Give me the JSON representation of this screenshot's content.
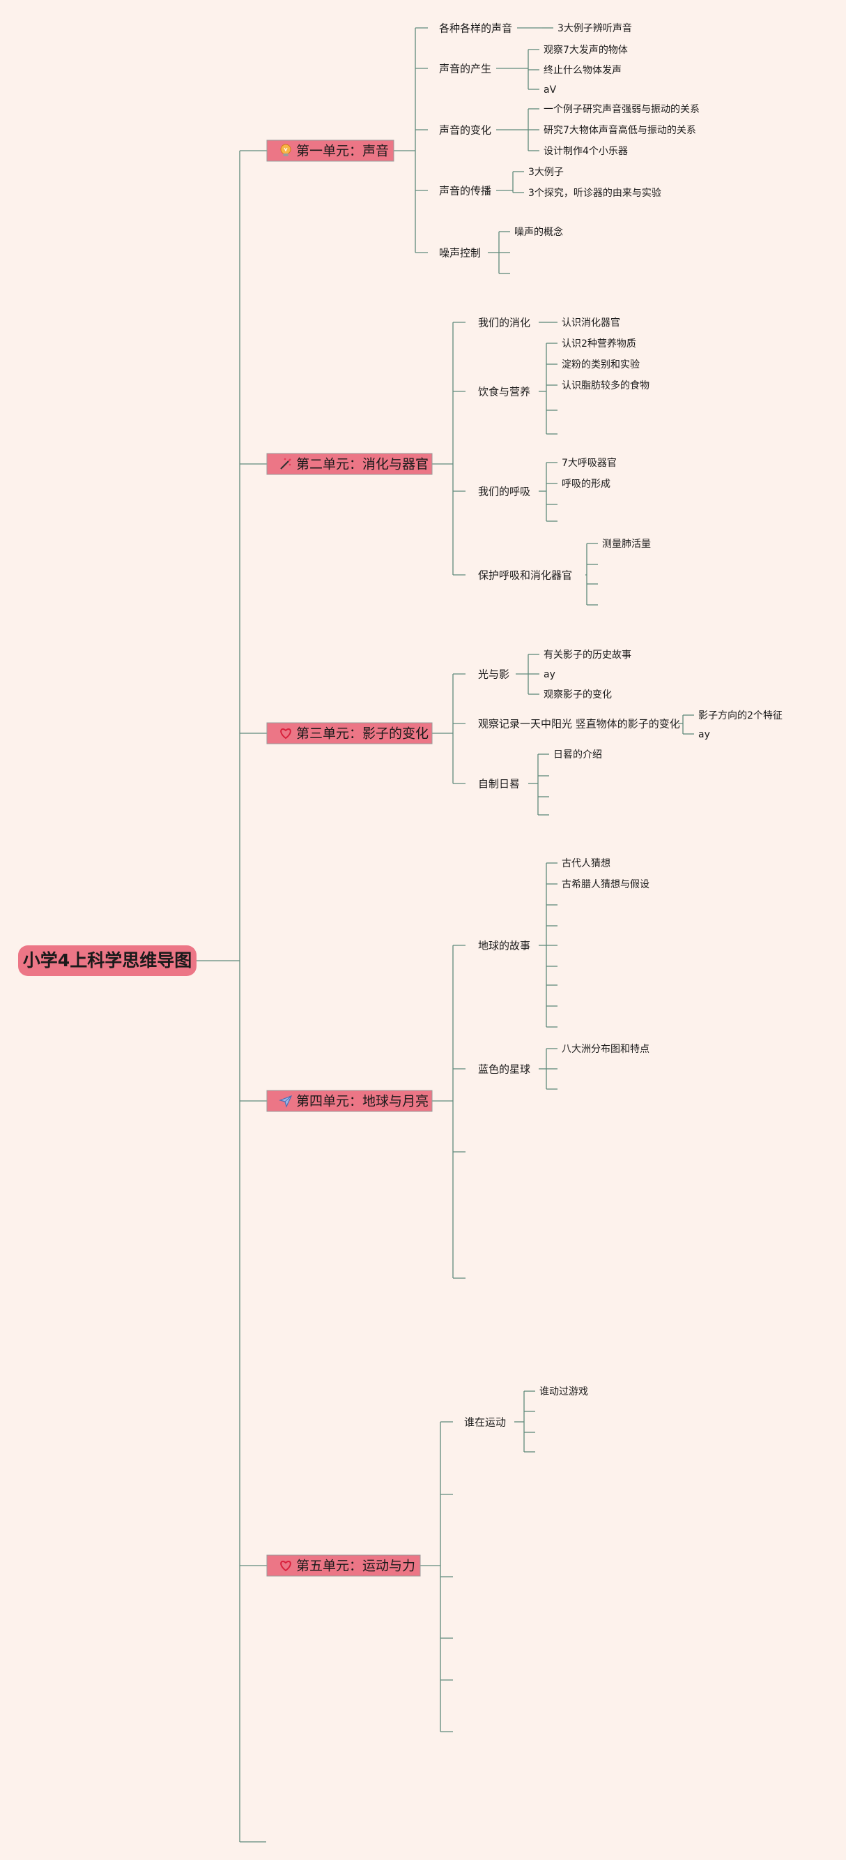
{
  "title": "小学4上科学思维导图",
  "colors": {
    "background": "#fdf2ec",
    "line": "#5f8a7b",
    "node_fill": "#ec7686",
    "text": "#1a1a1a"
  },
  "units": [
    {
      "label": "第一单元：声音",
      "icon": "bulb-icon",
      "topics": [
        {
          "label": "各种各样的声音",
          "items": [
            "3大例子辨听声音"
          ]
        },
        {
          "label": "声音的产生",
          "items": [
            "观察7大发声的物体",
            "终止什么物体发声",
            "aV"
          ]
        },
        {
          "label": "声音的变化",
          "items": [
            "一个例子研究声音强弱与振动的关系",
            "研究7大物体声音高低与振动的关系",
            "设计制作4个小乐器"
          ]
        },
        {
          "label": "声音的传播",
          "items": [
            "3大例子",
            "3个探究，听诊器的由来与实验"
          ]
        },
        {
          "label": "噪声控制",
          "items": [
            "噪声的概念",
            "",
            ""
          ]
        }
      ]
    },
    {
      "label": "第二单元：消化与器官",
      "icon": "magic-wand-icon",
      "topics": [
        {
          "label": "我们的消化",
          "items": [
            "认识消化器官"
          ]
        },
        {
          "label": "饮食与营养",
          "items": [
            "认识2种营养物质",
            "淀粉的类别和实验",
            "认识脂肪较多的食物",
            "",
            ""
          ]
        },
        {
          "label": "我们的呼吸",
          "items": [
            "7大呼吸器官",
            "呼吸的形成",
            "",
            ""
          ]
        },
        {
          "label": "保护呼吸和消化器官",
          "items": [
            "测量肺活量",
            "",
            "",
            ""
          ]
        }
      ]
    },
    {
      "label": "第三单元：影子的变化",
      "icon": "heart-icon",
      "topics": [
        {
          "label": "光与影",
          "items": [
            "有关影子的历史故事",
            "ay",
            "观察影子的变化"
          ]
        },
        {
          "label": "观察记录一天中阳光 竖直物体的影子的变化",
          "items": [
            "影子方向的2个特征",
            "ay"
          ]
        },
        {
          "label": "自制日晷",
          "items": [
            "日晷的介绍",
            "",
            "",
            ""
          ]
        }
      ]
    },
    {
      "label": "第四单元：地球与月亮",
      "icon": "paper-plane-icon",
      "topics": [
        {
          "label": "地球的故事",
          "items": [
            "古代人猜想",
            "古希腊人猜想与假设",
            "",
            "",
            "",
            "",
            "",
            "",
            ""
          ]
        },
        {
          "label": "蓝色的星球",
          "items": [
            "八大洲分布图和特点",
            "",
            ""
          ]
        },
        {
          "label": "",
          "items": []
        },
        {
          "label": "",
          "items": []
        }
      ]
    },
    {
      "label": "第五单元：运动与力",
      "icon": "heart-icon",
      "topics": [
        {
          "label": "谁在运动",
          "items": [
            "谁动过游戏",
            "",
            "",
            ""
          ]
        },
        {
          "label": "",
          "items": []
        },
        {
          "label": "",
          "items": []
        },
        {
          "label": "",
          "items": []
        },
        {
          "label": "",
          "items": []
        },
        {
          "label": "",
          "items": []
        }
      ]
    },
    {
      "label": "",
      "icon": "",
      "topics": []
    }
  ]
}
